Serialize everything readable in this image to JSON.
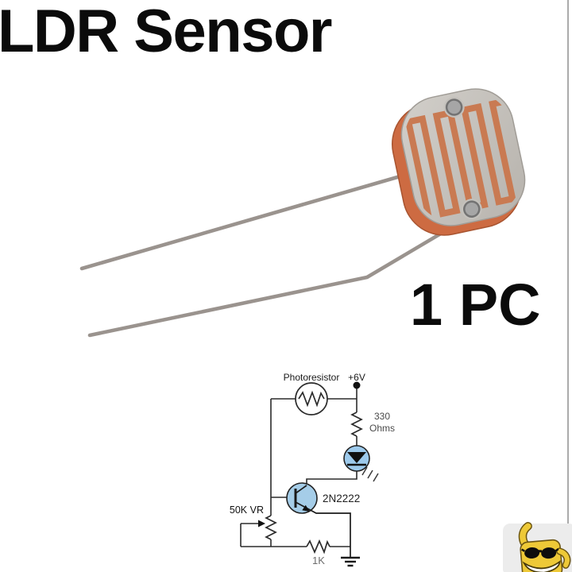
{
  "title": "LDR Sensor",
  "quantity": "1 PC",
  "product_photo": {
    "name": "ldr-photoresistor",
    "body_color": "#cd6b42",
    "body_edge_color": "#a85430",
    "face_color_light": "#d2cfca",
    "face_color_dark": "#b7b3ad",
    "trace_color": "#c97a52",
    "pad_color": "#a6a6a6",
    "pad_ring_color": "#737373",
    "lead_color": "#9a938e"
  },
  "circuit": {
    "wire_color": "#2b2b2b",
    "led_fill": "#9dcaec",
    "transistor_fill": "#a5cde8",
    "labels": {
      "photoresistor": "Photoresistor",
      "supply": "+6V",
      "r1_value": "330",
      "r1_unit": "Ohms",
      "transistor": "2N2222",
      "potentiometer": "50K VR",
      "r2_value": "1K"
    }
  },
  "mascot": {
    "name": "banana-sunglasses-mascot",
    "panel_color": "#ececec",
    "body_color": "#eec937",
    "outline_color": "#6b5512"
  }
}
